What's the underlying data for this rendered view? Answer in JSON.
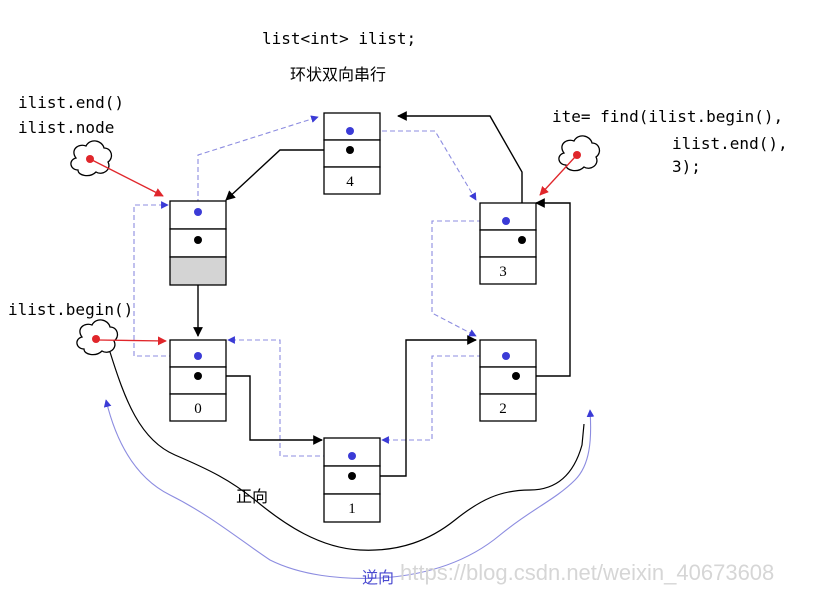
{
  "header": {
    "declaration": "list<int> ilist;",
    "subtitle": "环状双向串行"
  },
  "labels": {
    "end_line1": "ilist.end()",
    "end_line2": "ilist.node",
    "begin": "ilist.begin()",
    "find_line1": "ite= find(ilist.begin(),",
    "find_line2": "ilist.end(),",
    "find_line3": "3);",
    "forward": "正向",
    "backward": "逆向"
  },
  "nodes": [
    {
      "id": "sentinel",
      "value": ""
    },
    {
      "id": "n0",
      "value": "0"
    },
    {
      "id": "n1",
      "value": "1"
    },
    {
      "id": "n2",
      "value": "2"
    },
    {
      "id": "n3",
      "value": "3"
    },
    {
      "id": "n4",
      "value": "4"
    }
  ],
  "colors": {
    "next_link": "#000000",
    "prev_link": "#8c8ce0",
    "pointer": "#e0262b",
    "prev_dot": "#3b3bd6",
    "sentinel_fill": "#d4d4d4"
  },
  "watermark": "https://blog.csdn.net/weixin_40673608"
}
